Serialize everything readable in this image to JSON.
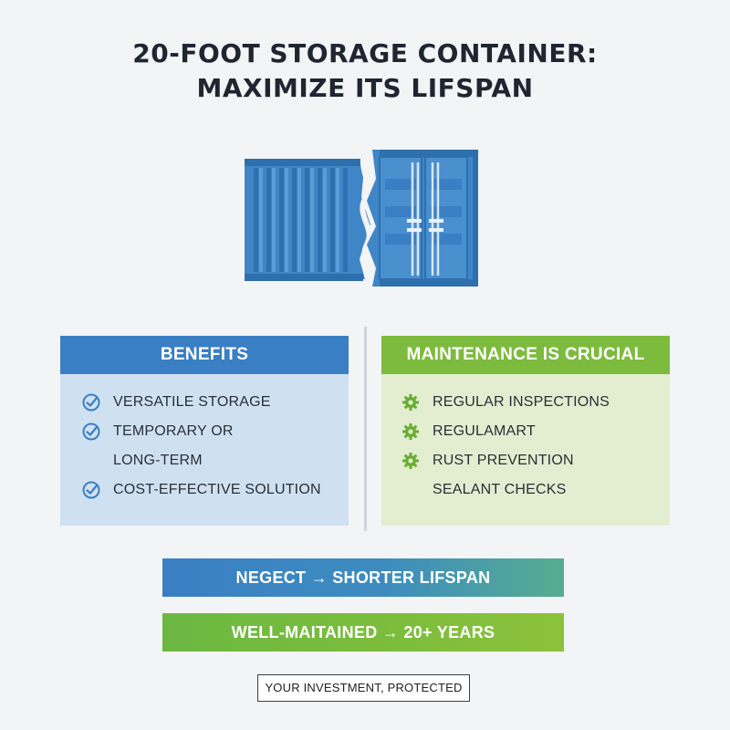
{
  "title": {
    "line1": "20-FOOT STORAGE CONTAINER:",
    "line2": "MAXIMIZE ITS LIFSPAN"
  },
  "illustration": {
    "name": "shipping-container",
    "body_color": "#3f86c7",
    "dark_color": "#2e6fae",
    "light_color": "#5a9bd6"
  },
  "benefits": {
    "heading": "BENEFITS",
    "items": [
      {
        "icon": "check-circle-icon",
        "lines": [
          "VERSATILE STORAGE"
        ]
      },
      {
        "icon": "check-circle-icon",
        "lines": [
          "TEMPORARY OR",
          "LONG-TERM"
        ]
      },
      {
        "icon": "check-circle-icon",
        "lines": [
          "COST-EFFECTIVE SOLUTION"
        ]
      }
    ]
  },
  "maintenance": {
    "heading": "MAINTENANCE IS CRUCIAL",
    "items": [
      {
        "icon": "gear-icon",
        "text": "REGULAR INSPECTIONS"
      },
      {
        "icon": "gear-icon",
        "text": "REGULAMART"
      },
      {
        "icon": "gear-icon",
        "text": "RUST PREVENTION"
      },
      {
        "icon": "",
        "text": "SEALANT CHECKS"
      }
    ]
  },
  "banners": {
    "neglect": "NEGECT → SHORTER LIFSPAN",
    "maintained": "WELL-MAITAINED → 20+ YEARS"
  },
  "tagline": "YOUR INVESTMENT, PROTECTED",
  "colors": {
    "blue": "#3a7fc3",
    "green": "#7dbb3e",
    "benefits_bg": "#cfe1f1",
    "maintenance_bg": "#e3edd0"
  }
}
